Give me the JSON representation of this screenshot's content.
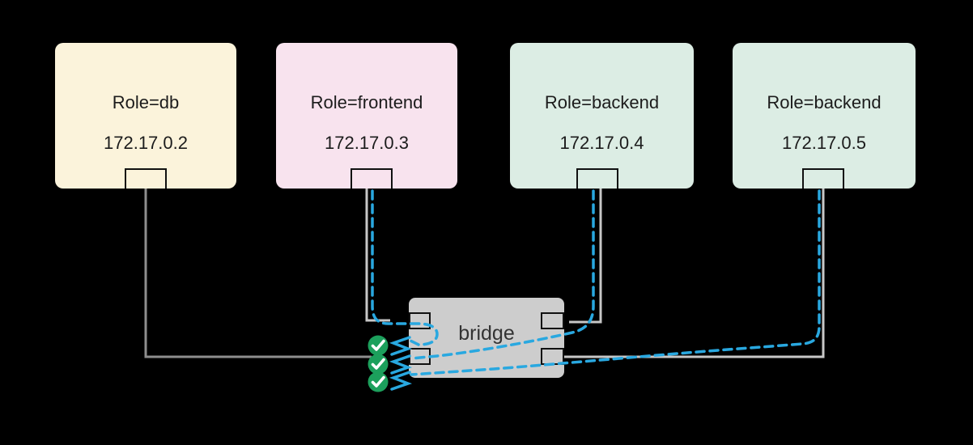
{
  "colors": {
    "background": "#000000",
    "text": "#1c1c1c",
    "bridge_label": "#333333",
    "line_gray_light": "#c7c7c7",
    "line_gray_dark": "#8e8e8e",
    "blue_dashed": "#29a8e0",
    "check_green": "#1ca05c",
    "port_border": "#111111"
  },
  "containers": [
    {
      "role": "Role=db",
      "ip": "172.17.0.2",
      "fill": "#fbf3db"
    },
    {
      "role": "Role=frontend",
      "ip": "172.17.0.3",
      "fill": "#f8e3ee"
    },
    {
      "role": "Role=backend",
      "ip": "172.17.0.4",
      "fill": "#dcede4"
    },
    {
      "role": "Role=backend",
      "ip": "172.17.0.5",
      "fill": "#dcede4"
    }
  ],
  "bridge": {
    "label": "bridge",
    "fill": "#cdcdcd"
  },
  "connections": [
    {
      "from": "172.17.0.2",
      "to": "bridge",
      "style": "solid-gray",
      "status_icon": ""
    },
    {
      "from": "172.17.0.3",
      "to": "bridge",
      "style": "solid-gray",
      "status_icon": ""
    },
    {
      "from": "172.17.0.4",
      "to": "bridge",
      "style": "solid-gray",
      "status_icon": ""
    },
    {
      "from": "172.17.0.5",
      "to": "bridge",
      "style": "solid-gray",
      "status_icon": ""
    },
    {
      "from": "172.17.0.3",
      "to": "bridge",
      "style": "dashed-blue-arrow",
      "status_icon": "check"
    },
    {
      "from": "172.17.0.4",
      "to": "bridge",
      "style": "dashed-blue-arrow",
      "status_icon": "check"
    },
    {
      "from": "172.17.0.5",
      "to": "bridge",
      "style": "dashed-blue-arrow",
      "status_icon": "check"
    }
  ]
}
